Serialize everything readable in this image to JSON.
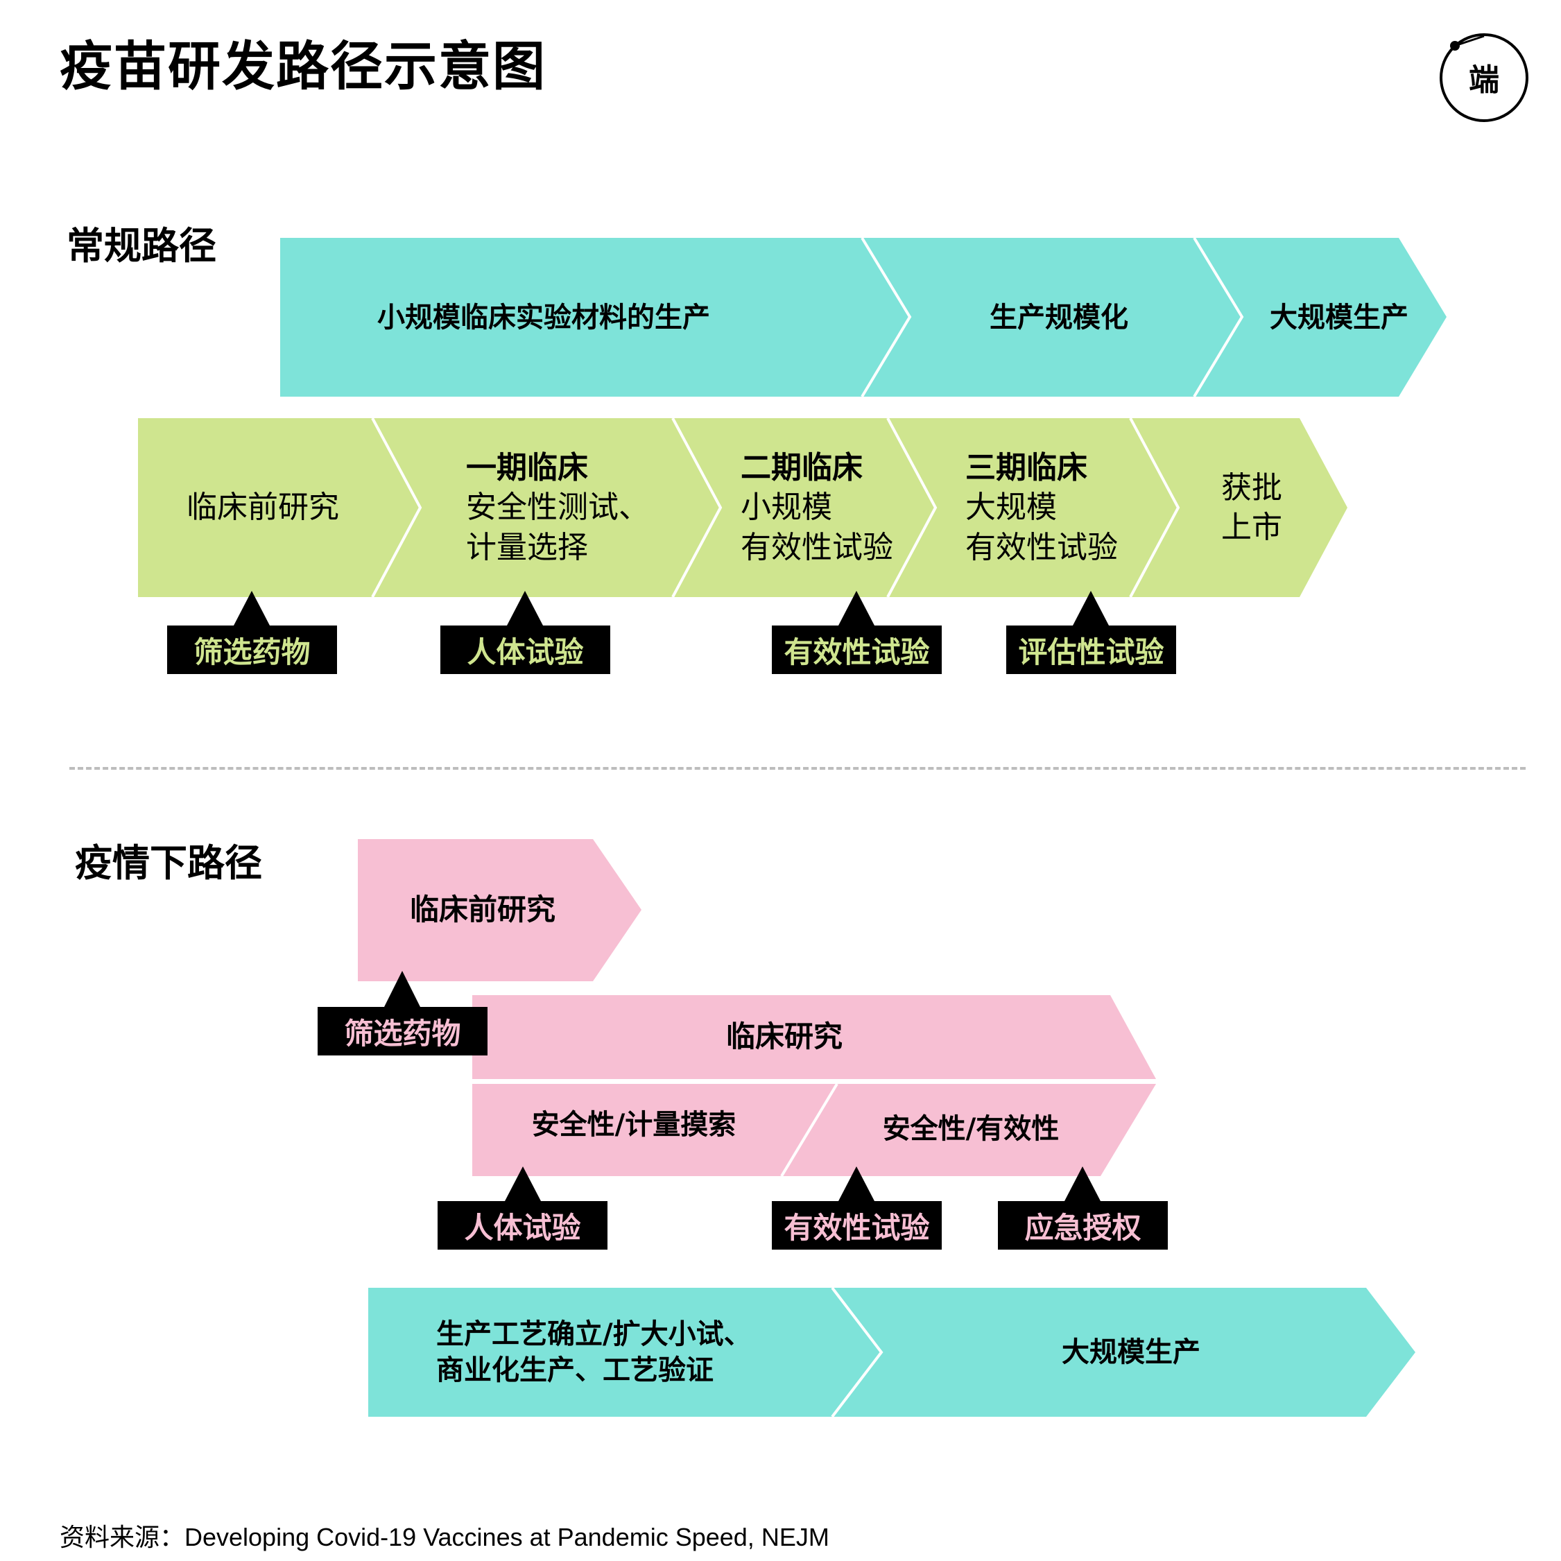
{
  "title": "疫苗研发路径示意图",
  "colors": {
    "teal": "#7ee3d9",
    "green": "#cfe58f",
    "pink": "#f7bfd3",
    "tag_bg": "#000000"
  },
  "logo": {
    "text": "端"
  },
  "conventional": {
    "heading": "常规路径",
    "production": [
      "小规模临床实验材料的生产",
      "生产规模化",
      "大规模生产"
    ],
    "stages": [
      {
        "head": "",
        "lines": [
          "临床前研究"
        ]
      },
      {
        "head": "一期临床",
        "lines": [
          "安全性测试、",
          "计量选择"
        ]
      },
      {
        "head": "二期临床",
        "lines": [
          "小规模",
          "有效性试验"
        ]
      },
      {
        "head": "三期临床",
        "lines": [
          "大规模",
          "有效性试验"
        ]
      },
      {
        "head": "",
        "lines": [
          "获批",
          "上市"
        ]
      }
    ],
    "tags": [
      "筛选药物",
      "人体试验",
      "有效性试验",
      "评估性试验"
    ]
  },
  "pandemic": {
    "heading": "疫情下路径",
    "preclinical": "临床前研究",
    "clinical": "临床研究",
    "clinical_sub": [
      "安全性/计量摸索",
      "安全性/有效性"
    ],
    "tags": [
      "筛选药物",
      "人体试验",
      "有效性试验",
      "应急授权"
    ],
    "production": [
      {
        "lines": [
          "生产工艺确立/扩大小试、",
          "商业化生产、工艺验证"
        ]
      },
      {
        "lines": [
          "大规模生产"
        ]
      }
    ]
  },
  "source": "资料来源：Developing Covid-19 Vaccines at Pandemic Speed, NEJM"
}
